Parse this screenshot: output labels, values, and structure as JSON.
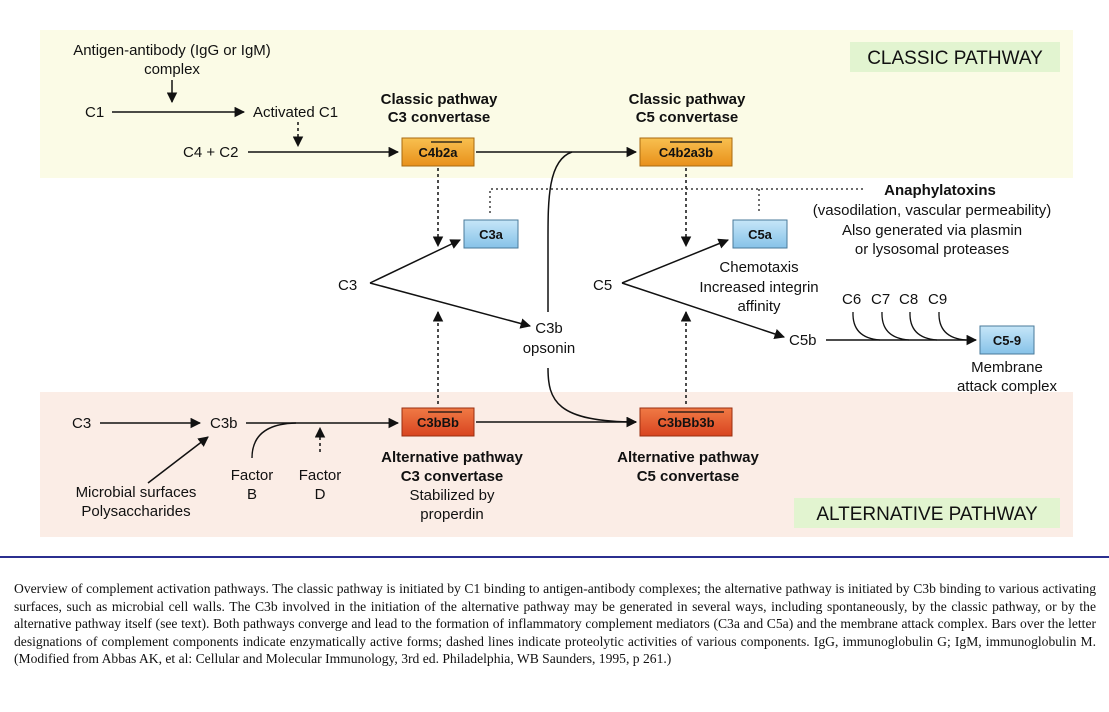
{
  "pathways": {
    "classic": "CLASSIC PATHWAY",
    "alternative": "ALTERNATIVE PATHWAY"
  },
  "labels": {
    "antigen_line1": "Antigen-antibody (IgG or IgM)",
    "antigen_line2": "complex",
    "c1": "C1",
    "activated_c1": "Activated C1",
    "c4_c2": "C4 + C2",
    "classic_c3_title1": "Classic pathway",
    "classic_c3_title2": "C3 convertase",
    "classic_c5_title1": "Classic pathway",
    "classic_c5_title2": "C5 convertase",
    "anaphylatoxins": "Anaphylatoxins",
    "anaph_desc1": "(vasodilation, vascular permeability)",
    "anaph_desc2": "Also generated via plasmin",
    "anaph_desc3": "or lysosomal proteases",
    "c3_mid": "C3",
    "c5_mid": "C5",
    "c3b_mid": "C3b",
    "opsonin": "opsonin",
    "chemotaxis": "Chemotaxis",
    "integrin1": "Increased integrin",
    "integrin2": "affinity",
    "c6": "C6",
    "c7": "C7",
    "c8": "C8",
    "c9": "C9",
    "c5b": "C5b",
    "mac1": "Membrane",
    "mac2": "attack complex",
    "c3_alt": "C3",
    "c3b_alt": "C3b",
    "factor_b1": "Factor",
    "factor_b2": "B",
    "factor_d1": "Factor",
    "factor_d2": "D",
    "microbial1": "Microbial surfaces",
    "microbial2": "Polysaccharides",
    "alt_c3_title1": "Alternative pathway",
    "alt_c3_title2": "C3 convertase",
    "stabilized1": "Stabilized by",
    "stabilized2": "properdin",
    "alt_c5_title1": "Alternative pathway",
    "alt_c5_title2": "C5 convertase"
  },
  "boxes": {
    "c4b2a": "C4b2a",
    "c4b2a3b": "C4b2a3b",
    "c3a": "C3a",
    "c5a": "C5a",
    "c5_9": "C5-9",
    "c3bbb": "C3bBb",
    "c3bbb3b": "C3bBb3b"
  },
  "colors": {
    "classic_bg": "#fbfbe8",
    "alternative_bg": "#fbeee8",
    "tag_bg": "#e4f5d4",
    "orange_box": "#f2a32a",
    "red_box": "#e8582e",
    "blue_box": "#9dd0ee",
    "caption_rule": "#2b2f8f"
  },
  "caption": "Overview of complement activation pathways. The classic pathway is initiated by C1 binding to antigen-antibody complexes; the alternative pathway is initiated by C3b binding to various activating surfaces, such as microbial cell walls. The C3b involved in the initiation of the alternative pathway may be generated in several ways, including spontaneously, by the classic pathway, or by the alternative pathway itself (see text). Both pathways converge and lead to the formation of inflammatory complement mediators (C3a and C5a) and the membrane attack complex. Bars over the letter designations of complement components indicate enzymatically active forms; dashed lines indicate proteolytic activities of various components. IgG, immunoglobulin G; IgM, immunoglobulin M. (Modified from Abbas AK, et al: Cellular and Molecular Immunology, 3rd ed. Philadelphia, WB Saunders, 1995, p 261.)"
}
